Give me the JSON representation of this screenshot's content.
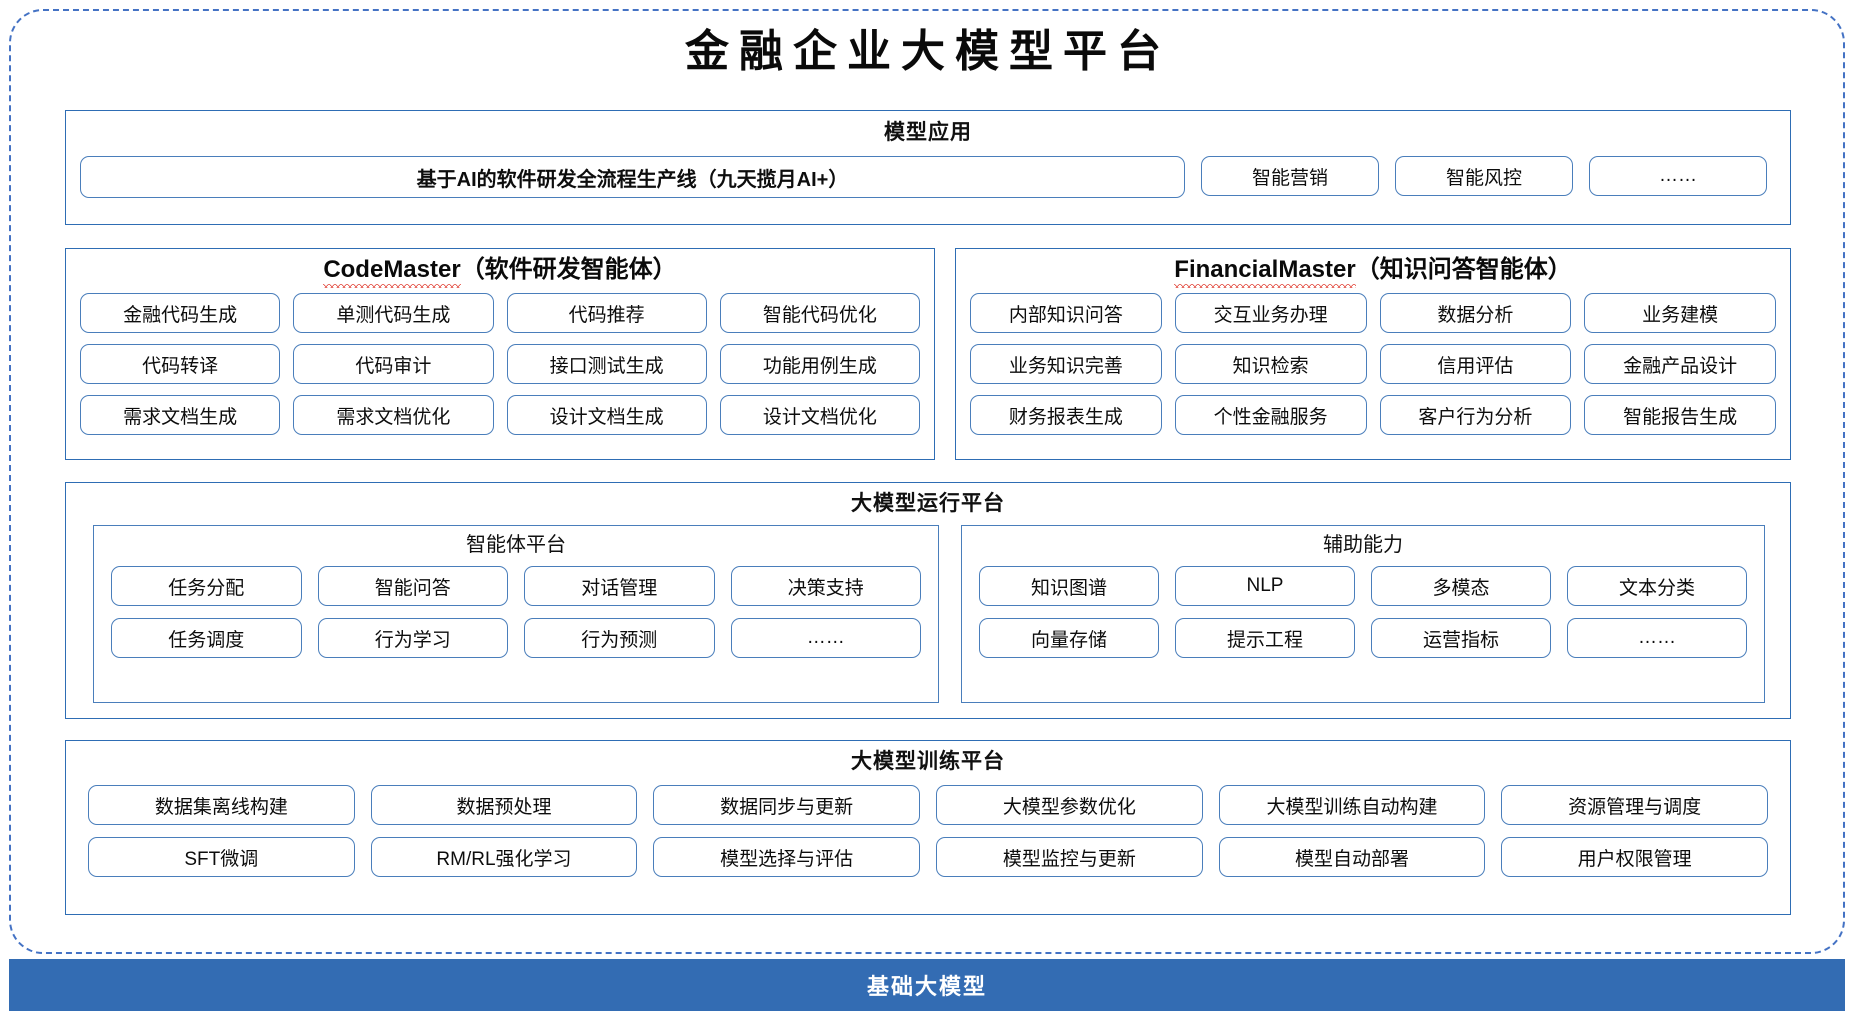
{
  "title": "金融企业大模型平台",
  "colors": {
    "frame_dashed": "#4472c4",
    "panel_border": "#2e6db4",
    "pill_border": "#4a7ebb",
    "foundation_bg": "#336cb3",
    "spellcheck_red": "#e03b2f"
  },
  "sections": {
    "app": {
      "title": "模型应用",
      "banner": "基于AI的软件研发全流程生产线（九天揽月AI+）",
      "items": [
        "智能营销",
        "智能风控",
        "……"
      ]
    },
    "code_master": {
      "name": "CodeMaster",
      "suffix": "（软件研发智能体）",
      "items": [
        "金融代码生成",
        "单测代码生成",
        "代码推荐",
        "智能代码优化",
        "代码转译",
        "代码审计",
        "接口测试生成",
        "功能用例生成",
        "需求文档生成",
        "需求文档优化",
        "设计文档生成",
        "设计文档优化"
      ]
    },
    "financial_master": {
      "name": "FinancialMaster",
      "suffix": "（知识问答智能体）",
      "items": [
        "内部知识问答",
        "交互业务办理",
        "数据分析",
        "业务建模",
        "业务知识完善",
        "知识检索",
        "信用评估",
        "金融产品设计",
        "财务报表生成",
        "个性金融服务",
        "客户行为分析",
        "智能报告生成"
      ]
    },
    "runtime": {
      "title": "大模型运行平台",
      "agent_platform": {
        "title": "智能体平台",
        "items": [
          "任务分配",
          "智能问答",
          "对话管理",
          "决策支持",
          "任务调度",
          "行为学习",
          "行为预测",
          "……"
        ]
      },
      "aux_capability": {
        "title": "辅助能力",
        "items": [
          "知识图谱",
          "NLP",
          "多模态",
          "文本分类",
          "向量存储",
          "提示工程",
          "运营指标",
          "……"
        ]
      }
    },
    "training": {
      "title": "大模型训练平台",
      "items": [
        "数据集离线构建",
        "数据预处理",
        "数据同步与更新",
        "大模型参数优化",
        "大模型训练自动构建",
        "资源管理与调度",
        "SFT微调",
        "RM/RL强化学习",
        "模型选择与评估",
        "模型监控与更新",
        "模型自动部署",
        "用户权限管理"
      ]
    },
    "foundation": {
      "label": "基础大模型"
    }
  }
}
